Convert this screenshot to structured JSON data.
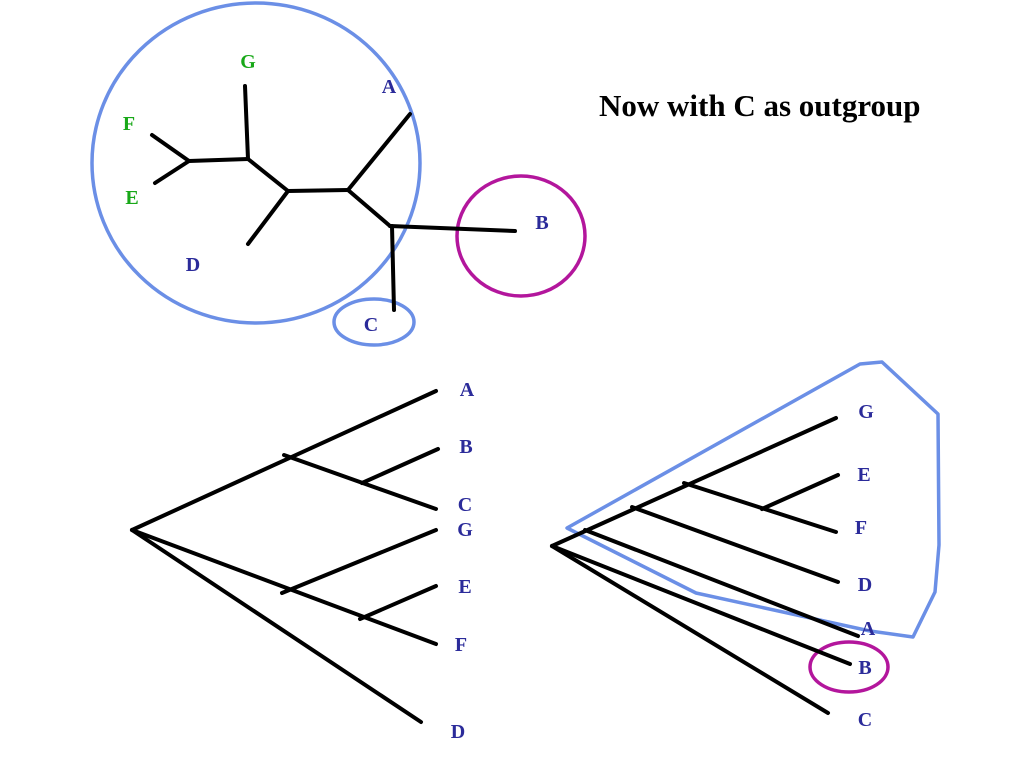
{
  "title": "Now with C as  outgroup",
  "colors": {
    "blue_label": "#2b2b9a",
    "green_label": "#18a818",
    "branch": "#000000",
    "outline_blue": "#6b8fe6",
    "outline_magenta": "#b3169c"
  },
  "unrooted_tree": {
    "labels": {
      "G": "G",
      "F": "F",
      "E": "E",
      "D": "D",
      "A": "A",
      "B": "B",
      "C": "C"
    }
  },
  "rooted_tree_left": {
    "labels": [
      "A",
      "B",
      "C",
      "G",
      "E",
      "F",
      "D"
    ]
  },
  "rooted_tree_right": {
    "labels": [
      "G",
      "E",
      "F",
      "D",
      "A",
      "B",
      "C"
    ]
  }
}
